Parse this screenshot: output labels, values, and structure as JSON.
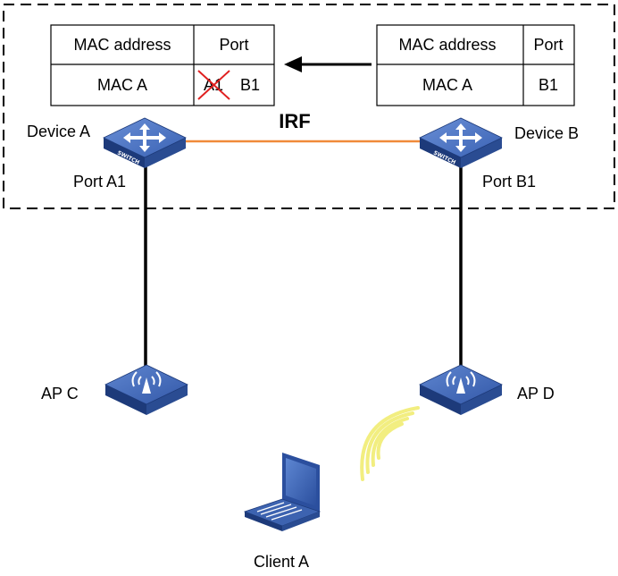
{
  "irf_label": "IRF",
  "devices": {
    "a": {
      "name": "Device A",
      "port": "Port A1"
    },
    "b": {
      "name": "Device B",
      "port": "Port B1"
    }
  },
  "switch_text": "SWITCH",
  "aps": {
    "c": "AP C",
    "d": "AP D"
  },
  "client": "Client A",
  "table_a": {
    "headers": [
      "MAC address",
      "Port"
    ],
    "mac": "MAC A",
    "old_port": "A1",
    "new_port": "B1"
  },
  "table_b": {
    "headers": [
      "MAC address",
      "Port"
    ],
    "mac": "MAC A",
    "port": "B1"
  },
  "colors": {
    "device_blue": "#2f56a6",
    "device_dark": "#1d3a7a",
    "irf_link": "#f08a3a",
    "strike": "#e02020",
    "wireless": "#f2ee80"
  }
}
